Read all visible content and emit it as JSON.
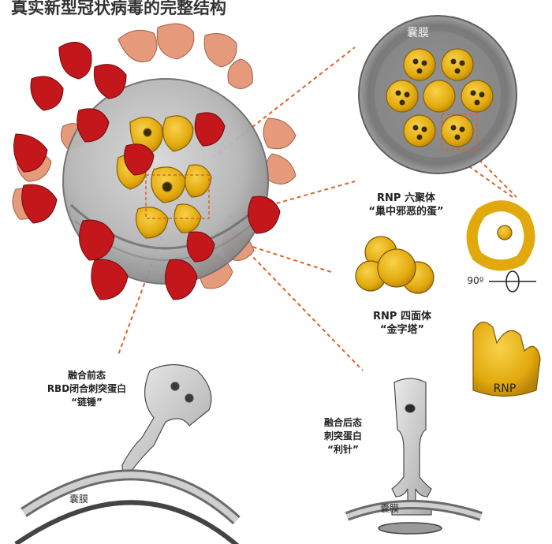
{
  "title": "真实新型冠状病毒的完整结构",
  "hexamer": {
    "line1": "RNP 六聚体",
    "line2": "“巢中邪恶的蛋”"
  },
  "tetrahedron": {
    "line1": "RNP 四面体",
    "line2": "“金字塔”"
  },
  "rotation": "90º",
  "rnp": "RNP",
  "envelope_top": "囊膜",
  "envelope_bottom_left": "囊膜",
  "envelope_bottom_right": "囊膜",
  "prefusion": {
    "line1": "融合前态",
    "line2": "RBD闭合刺突蛋白",
    "line3": "“链锤”"
  },
  "postfusion": {
    "line1": "融合后态",
    "line2": "刺突蛋白",
    "line3": "“利针”"
  },
  "colors": {
    "spike_red": "#c3171c",
    "spike_salmon": "#e69a7c",
    "rnp_gold": "#eab412",
    "envelope_gray": "#8e8e8e",
    "callout_orange": "#d9642a"
  }
}
